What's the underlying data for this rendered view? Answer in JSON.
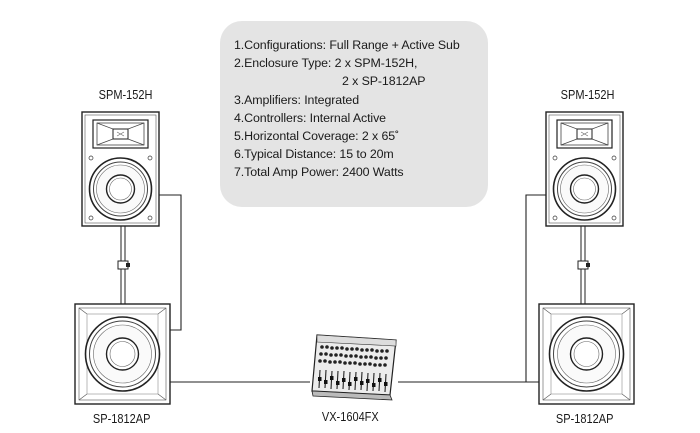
{
  "specs": {
    "lines": [
      "1.Configurations: Full Range + Active Sub",
      "2.Enclosure Type: 2 x SPM-152H,",
      "2 x SP-1812AP",
      "3.Amplifiers: Integrated",
      "4.Controllers: Internal Active",
      "5.Horizontal Coverage: 2 x 65˚",
      "6.Typical Distance: 15 to 20m",
      "7.Total Amp Power: 2400 Watts"
    ]
  },
  "labels": {
    "left_top_speaker": "SPM-152H",
    "right_top_speaker": "SPM-152H",
    "left_sub": "SP-1812AP",
    "right_sub": "SP-1812AP",
    "mixer": "VX-1604FX"
  }
}
